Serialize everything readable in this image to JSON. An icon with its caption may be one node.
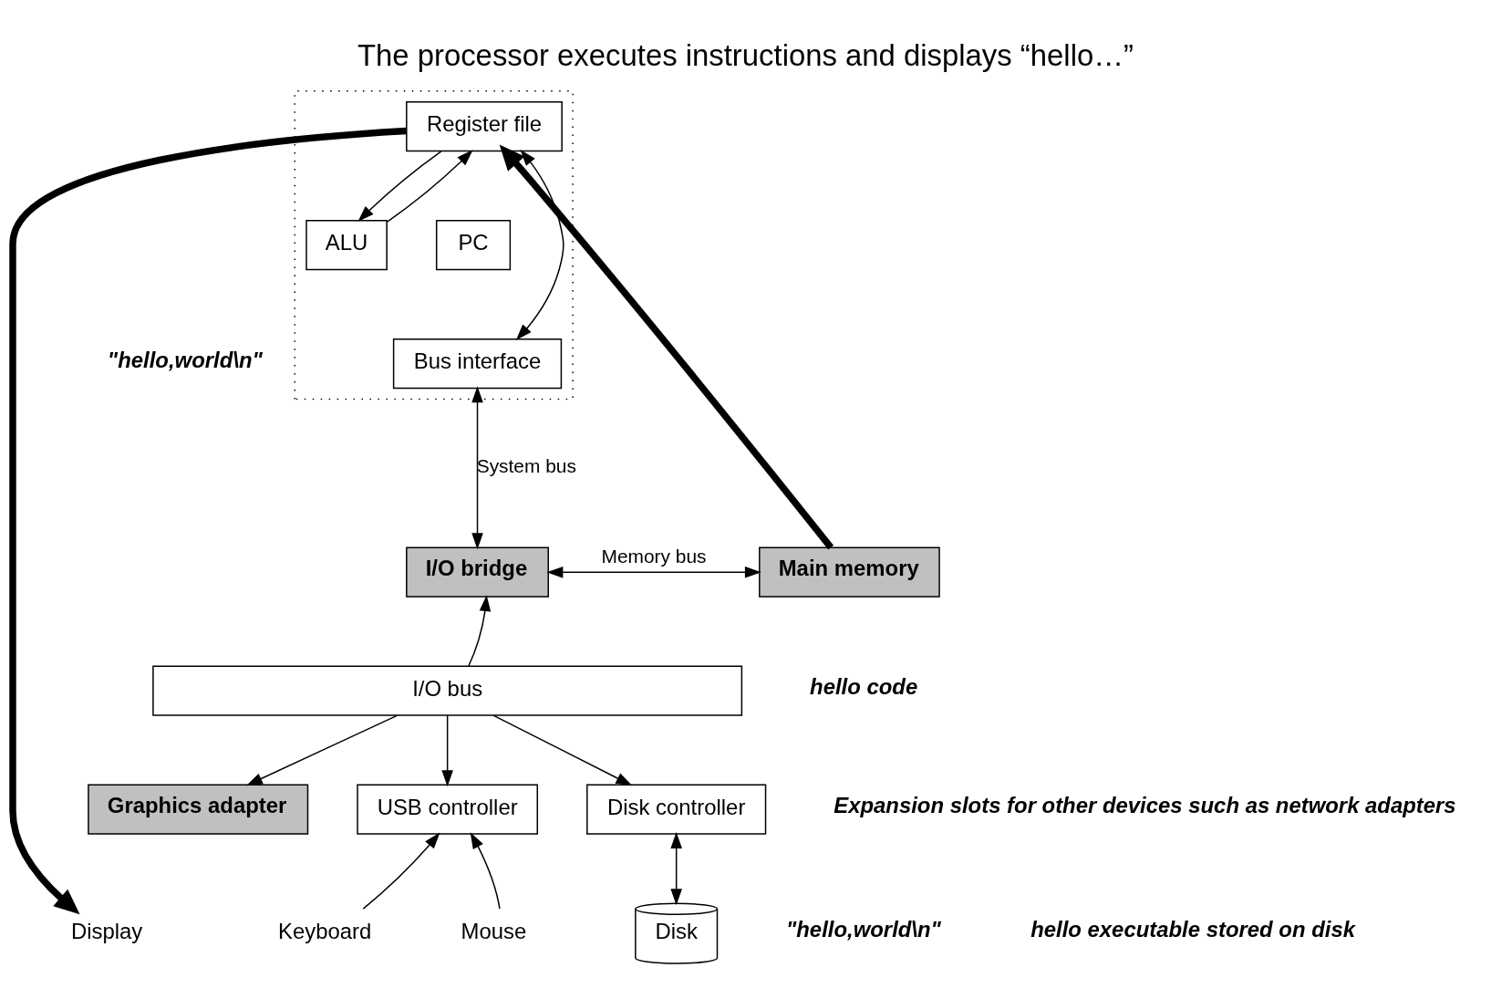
{
  "diagram": {
    "title": "The processor executes instructions and displays “hello…”",
    "nodes": [
      {
        "text": [],
        "shape": "box"
      },
      {
        "text": [
          "Register file"
        ],
        "in": 0
      },
      {
        "text": [
          "PC"
        ],
        "in": 0
      },
      {
        "text": [
          "ALU"
        ],
        "in": 0
      },
      {
        "text": [
          "Bus interface"
        ],
        "in": 0
      },
      {
        "text": [
          "I/O bridge"
        ]
      },
      {
        "text": [
          "Main memory"
        ]
      },
      {
        "text": [
          "USB controller"
        ]
      },
      {
        "text": [
          "Graphics adapter"
        ]
      },
      {
        "text": [
          "Disk controller"
        ]
      },
      {
        "text": [
          "Mouse"
        ]
      },
      {
        "text": [
          "Keyboard"
        ]
      },
      {
        "text": [
          "Display"
        ]
      },
      {
        "text": [
          "Disk"
        ]
      },
      {
        "text": [
          "I/O bus"
        ]
      }
    ],
    "edges": [
      {
        "from": 1,
        "to": 3,
        "arrow": "to"
      },
      {
        "from": 3,
        "to": 1,
        "arrow": "to"
      },
      {
        "from": 1,
        "to": 4,
        "arrow": "both"
      },
      {
        "from": 4,
        "to": 5,
        "arrow": "both",
        "label": "System bus"
      },
      {
        "from": 5,
        "to": 6,
        "arrow": "both",
        "label": "Memory bus"
      },
      {
        "from": 14,
        "to": 5,
        "arrow": "to"
      },
      {
        "from": 14,
        "to": 7,
        "arrow": "to"
      },
      {
        "from": 14,
        "to": 8,
        "arrow": "to"
      },
      {
        "from": 14,
        "to": 9,
        "arrow": "to"
      },
      {
        "from": 10,
        "to": 7,
        "arrow": "to"
      },
      {
        "from": 11,
        "to": 7,
        "arrow": "to"
      },
      {
        "from": 9,
        "to": 13,
        "arrow": "both"
      },
      {
        "from": 6,
        "to": 1,
        "arrow": "to",
        "style": "thick"
      },
      {
        "from": 1,
        "to": 12,
        "arrow": "to",
        "style": "thick"
      }
    ],
    "labels": [
      "\"hello,world\\n\"",
      "hello code",
      "Expansion slots for other devices such as network adapters",
      "\"hello,world\\n\"",
      "hello executable stored on disk"
    ]
  }
}
